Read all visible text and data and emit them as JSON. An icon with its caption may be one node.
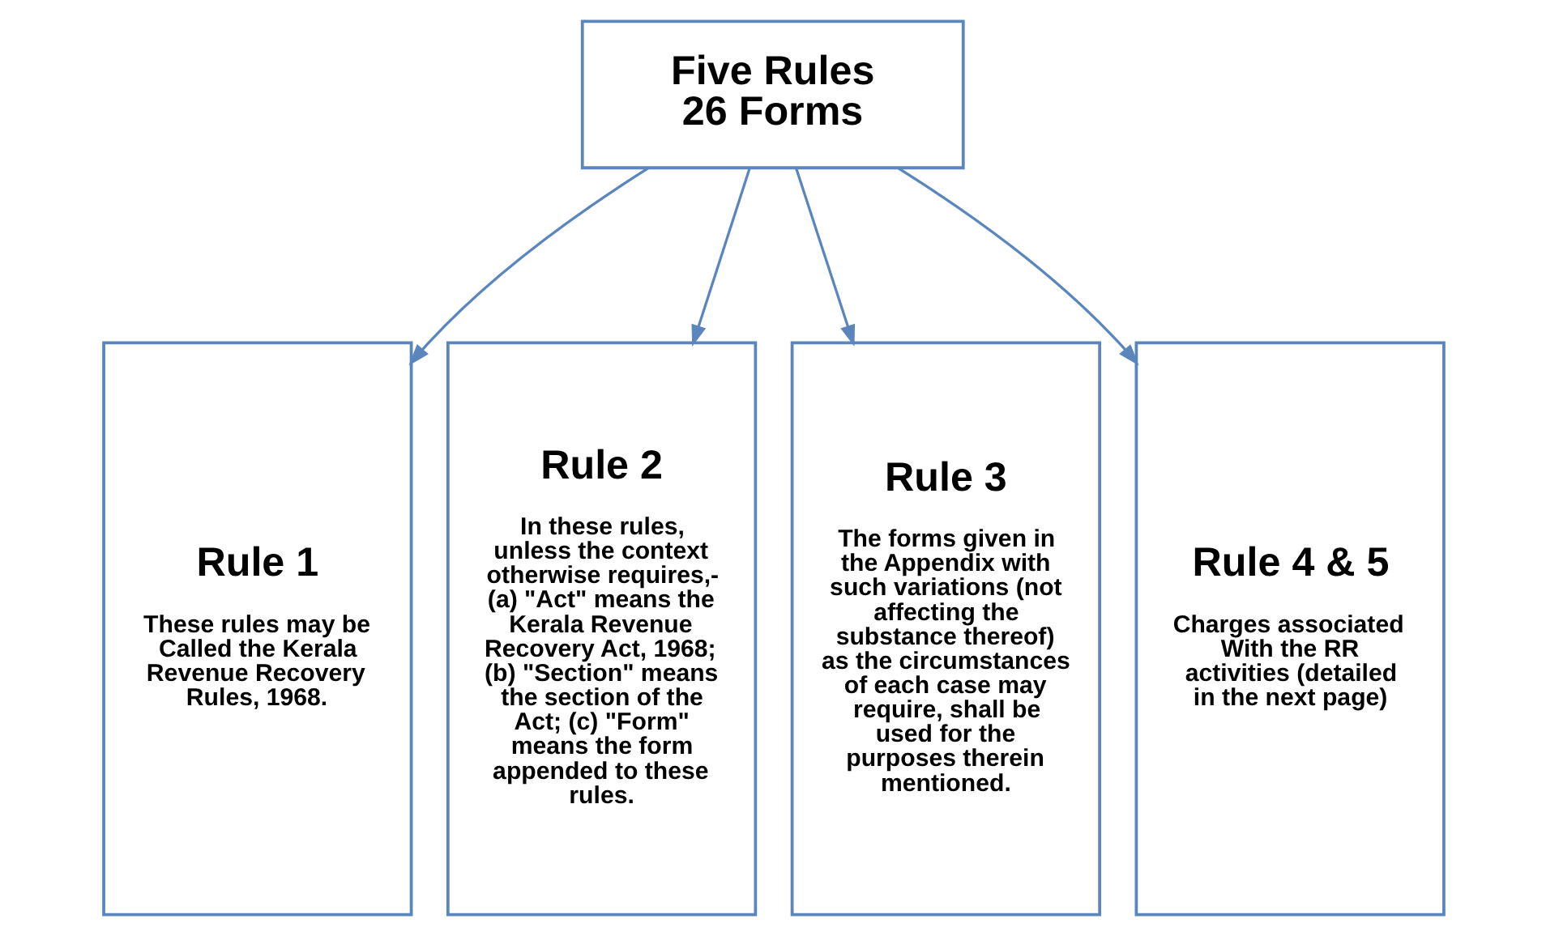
{
  "diagram": {
    "nodes": [
      {
        "text": [
          "Five Rules 26 Forms"
        ]
      },
      {
        "text": [
          "Rule 1",
          "These rules may be Called the Kerala Revenue Recovery Rules, 1968."
        ]
      },
      {
        "text": [
          "Rule 2",
          "In these rules, unless the context otherwise requires,- (a) \"Act\" means the Kerala Revenue Recovery Act, 1968; (b) \"Section\" means the section of the Act; (c) \"Form\" means the form appended to these rules."
        ]
      },
      {
        "text": [
          "Rule 3",
          "The forms given in the Appendix with such variations (not affecting the substance thereof) as the circumstances of each case may require, shall be used for the purposes therein mentioned."
        ]
      },
      {
        "text": [
          "Rule 4 & 5",
          "Charges associated With the RR activities (detailed in the next page)"
        ]
      }
    ],
    "edges": [
      {
        "from": 0,
        "to": 1,
        "arrow": "to"
      },
      {
        "from": 0,
        "to": 2,
        "arrow": "to"
      },
      {
        "from": 0,
        "to": 3,
        "arrow": "to"
      },
      {
        "from": 0,
        "to": 4,
        "arrow": "to"
      }
    ]
  }
}
